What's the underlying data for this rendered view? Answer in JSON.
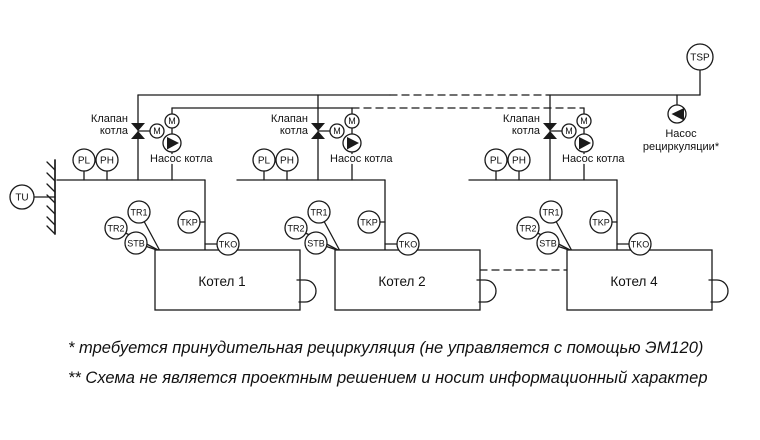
{
  "colors": {
    "line": "#1a1a1a",
    "background": "#ffffff"
  },
  "top": {
    "outdoor_sensor": "TSP"
  },
  "left": {
    "system_sensor": "TU"
  },
  "recirc_pump": {
    "label_line1": "Насос",
    "label_line2": "рециркуляции*"
  },
  "groups": [
    {
      "valve_label_line1": "Клапан",
      "valve_label_line2": "котла",
      "valve_motor": "M",
      "pump_motor": "M",
      "pump_label": "Насос котла",
      "pressure_low": "PL",
      "pressure_high": "PH",
      "temp_sensor_1": "TR1",
      "temp_sensor_2": "TR2",
      "safety_limiter": "STB",
      "supply_sensor": "TKP",
      "return_sensor": "TKO",
      "boiler_label": "Котел 1"
    },
    {
      "valve_label_line1": "Клапан",
      "valve_label_line2": "котла",
      "valve_motor": "M",
      "pump_motor": "M",
      "pump_label": "Насос котла",
      "pressure_low": "PL",
      "pressure_high": "PH",
      "temp_sensor_1": "TR1",
      "temp_sensor_2": "TR2",
      "safety_limiter": "STB",
      "supply_sensor": "TKP",
      "return_sensor": "TKO",
      "boiler_label": "Котел 2"
    },
    {
      "valve_label_line1": "Клапан",
      "valve_label_line2": "котла",
      "valve_motor": "M",
      "pump_motor": "M",
      "pump_label": "Насос котла",
      "pressure_low": "PL",
      "pressure_high": "PH",
      "temp_sensor_1": "TR1",
      "temp_sensor_2": "TR2",
      "safety_limiter": "STB",
      "supply_sensor": "TKP",
      "return_sensor": "TKO",
      "boiler_label": "Котел 4"
    }
  ],
  "footnotes": {
    "line1": "* требуется принудительная рециркуляция (не управляется с помощью ЭМ120)",
    "line2": "** Схема не является проектным решением и носит информационный характер"
  }
}
